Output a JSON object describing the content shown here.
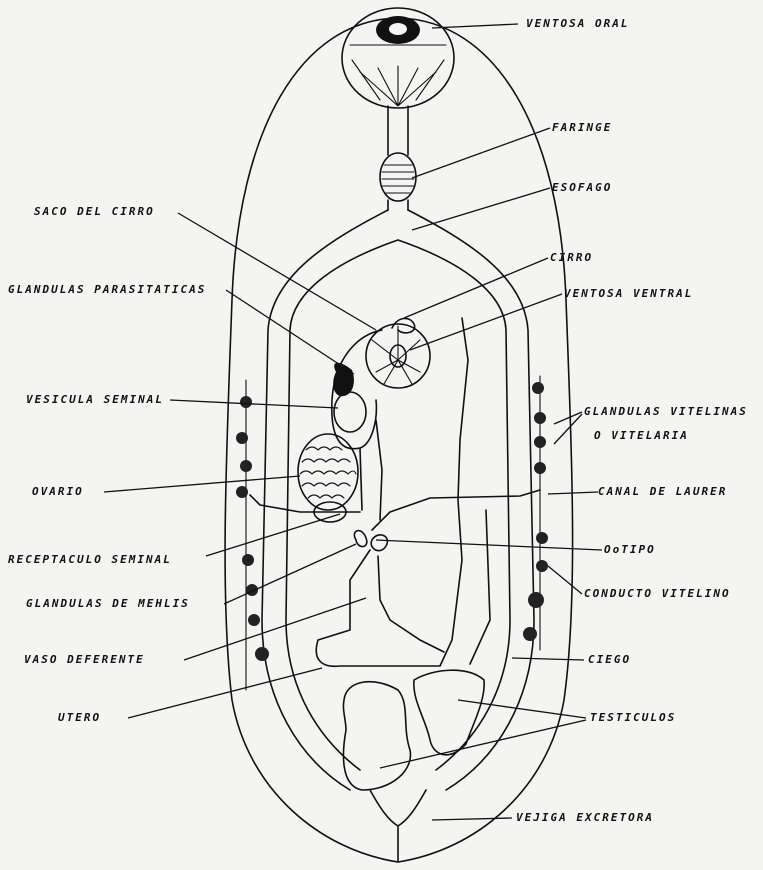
{
  "labels": {
    "ventosa_oral": "VENTOSA ORAL",
    "faringe": "FARINGE",
    "esofago": "ESOFAGO",
    "saco_del_cirro": "SACO DEL CIRRO",
    "cirro": "CIRRO",
    "glandulas_parasitaticas": "GLANDULAS PARASITATICAS",
    "ventosa_ventral": "VENTOSA VENTRAL",
    "vesicula_seminal": "VESICULA SEMINAL",
    "glandulas_vitelinas": "GLANDULAS VITELINAS",
    "o_vitelaria": "O VITELARIA",
    "ovario": "OVARIO",
    "canal_de_laurer": "CANAL DE LAURER",
    "receptaculo_seminal": "RECEPTACULO SEMINAL",
    "ootipo": "OoTIPO",
    "glandulas_de_mehlis": "GLANDULAS DE MEHLIS",
    "conducto_vitelino": "CONDUCTO VITELINO",
    "vaso_deferente": "VASO DEFERENTE",
    "ciego": "CIEGO",
    "utero": "UTERO",
    "testiculos": "TESTICULOS",
    "vejiga_excretora": "VEJIGA EXCRETORA"
  },
  "colors": {
    "ink": "#111111",
    "paper": "#f4f4f2"
  }
}
